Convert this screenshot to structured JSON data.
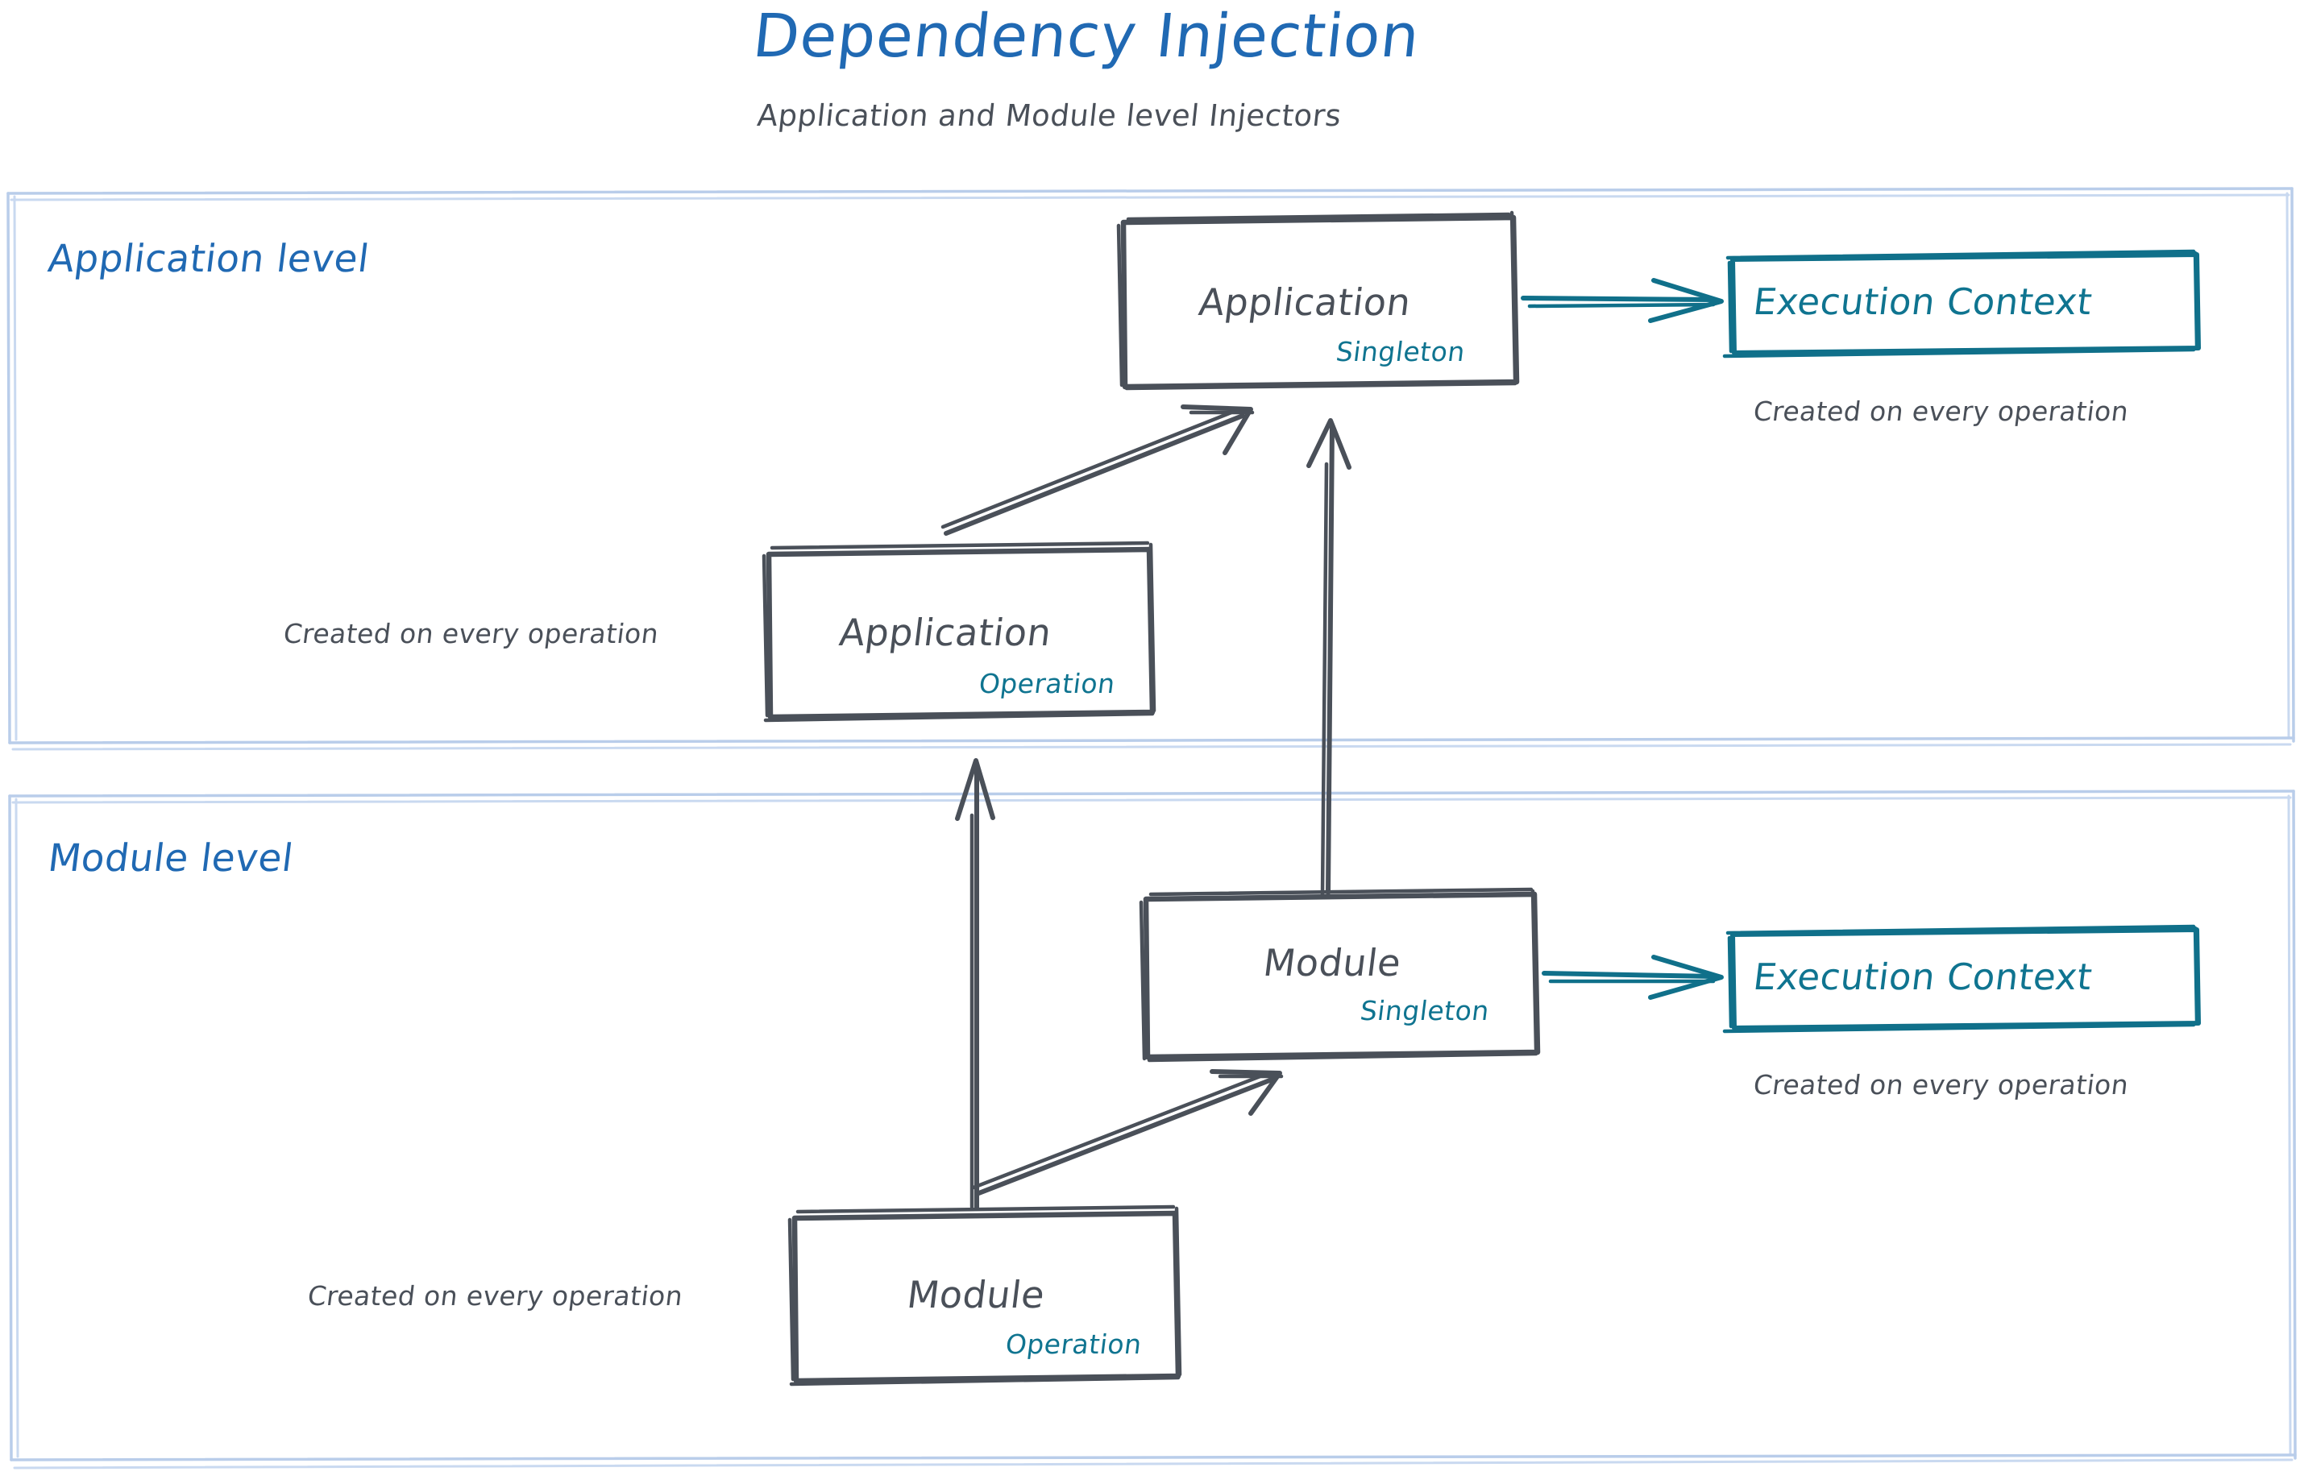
{
  "header": {
    "title": "Dependency Injection",
    "subtitle": "Application and Module level Injectors",
    "title_color": "#2069b3",
    "subtitle_color": "#4a5059"
  },
  "colors": {
    "blue": "#2069b3",
    "teal": "#0f7490",
    "slate": "#4a5059",
    "lane_border": "#b9cdea",
    "background": "#ffffff"
  },
  "lanes": [
    {
      "id": "application-level",
      "label": "Application level"
    },
    {
      "id": "module-level",
      "label": "Module level"
    }
  ],
  "nodes": {
    "app_singleton": {
      "title": "Application",
      "scope": "Singleton"
    },
    "app_operation": {
      "title": "Application",
      "scope": "Operation"
    },
    "module_singleton": {
      "title": "Module",
      "scope": "Singleton"
    },
    "module_operation": {
      "title": "Module",
      "scope": "Operation"
    },
    "app_execution_context": {
      "title": "Execution Context"
    },
    "module_execution_context": {
      "title": "Execution Context"
    }
  },
  "captions": {
    "app_context_note": "Created on every operation",
    "app_operation_note": "Created on every operation",
    "module_context_note": "Created on every operation",
    "module_operation_note": "Created on every operation"
  },
  "edges": [
    {
      "id": "app-singleton-to-execution-context",
      "from": "app_singleton",
      "to": "app_execution_context",
      "color": "#0f7490",
      "style": "arrow-right"
    },
    {
      "id": "app-operation-to-app-singleton",
      "from": "app_operation",
      "to": "app_singleton",
      "color": "#4a5059",
      "style": "arrow-diagonal-up-right"
    },
    {
      "id": "module-singleton-to-app-singleton",
      "from": "module_singleton",
      "to": "app_singleton",
      "color": "#4a5059",
      "style": "arrow-up"
    },
    {
      "id": "module-operation-to-app-operation",
      "from": "module_operation",
      "to": "app_operation",
      "color": "#4a5059",
      "style": "arrow-up"
    },
    {
      "id": "module-singleton-to-execution-context",
      "from": "module_singleton",
      "to": "module_execution_context",
      "color": "#0f7490",
      "style": "arrow-right"
    },
    {
      "id": "module-operation-to-module-singleton",
      "from": "module_operation",
      "to": "module_singleton",
      "color": "#4a5059",
      "style": "arrow-diagonal-up-right"
    }
  ]
}
